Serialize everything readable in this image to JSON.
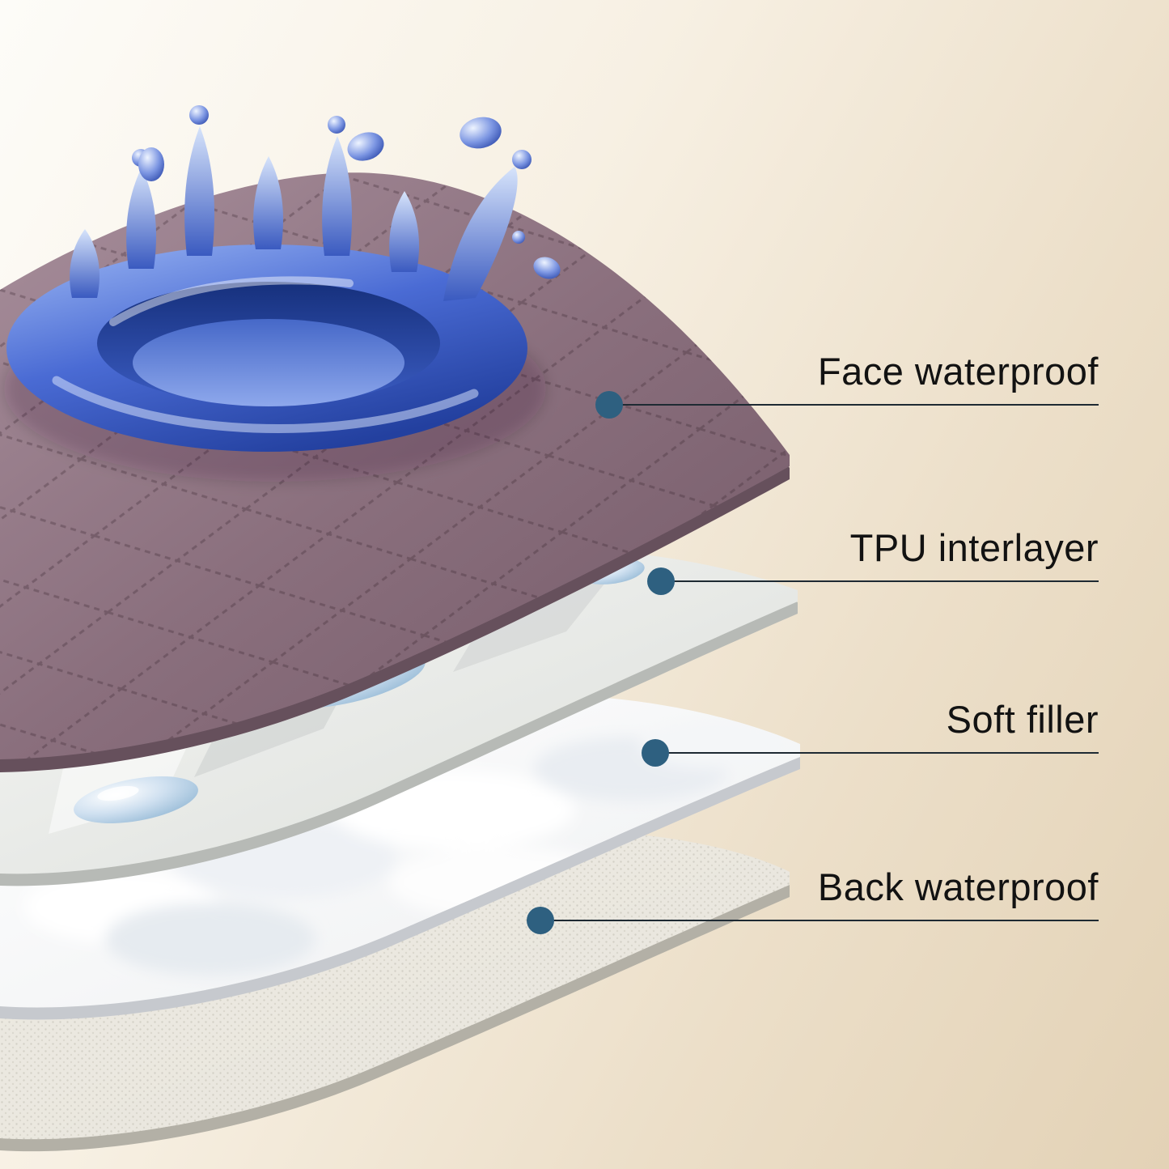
{
  "callouts": [
    {
      "label": "Face waterproof"
    },
    {
      "label": "TPU interlayer"
    },
    {
      "label": "Soft filler"
    },
    {
      "label": "Back waterproof"
    }
  ],
  "icons": {
    "callout_dot": "filled-circle",
    "water_splash": "crown-splash-shape",
    "water_droplet": "droplet-shape"
  },
  "colors": {
    "dot": "#2e6080",
    "leader_line": "#1e2a33",
    "label_text": "#121212",
    "face_layer": "#8a6f7d",
    "tpu_layer": "#e6e8e4",
    "soft_filler": "#f7f9fa",
    "back_layer": "#e6e3da",
    "water": "#3f5fc6",
    "background_light": "#fdfcf8",
    "background_dark": "#e3d2b6"
  }
}
